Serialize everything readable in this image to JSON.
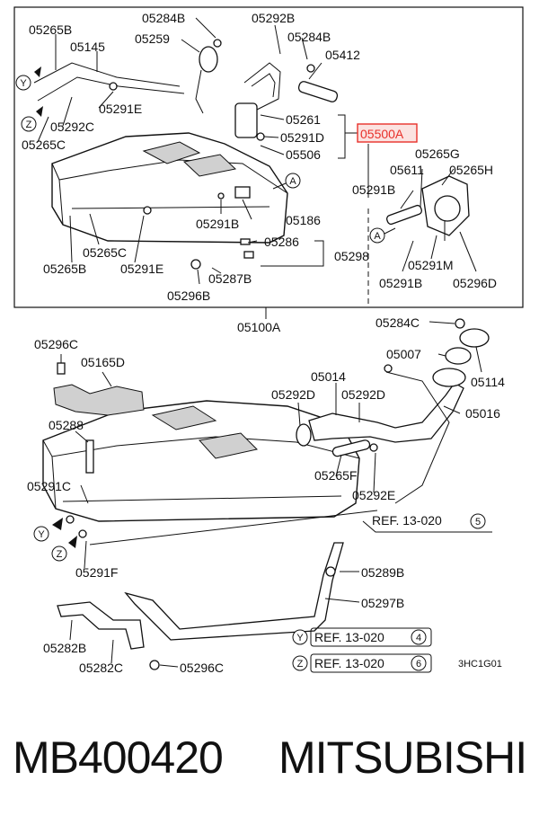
{
  "labels": {
    "p05265B_a": "05265B",
    "p05145": "05145",
    "p05284B_a": "05284B",
    "p05259": "05259",
    "p05292B": "05292B",
    "p05284B_b": "05284B",
    "p05412": "05412",
    "p05291E_a": "05291E",
    "p05292C": "05292C",
    "p05265C_a": "05265C",
    "p05261": "05261",
    "p05291D": "05291D",
    "p05506": "05506",
    "p05500A": "05500A",
    "p05265G": "05265G",
    "p05611": "05611",
    "p05265H": "05265H",
    "p05291B_a": "05291B",
    "p05291B_b": "05291B",
    "p05186": "05186",
    "p05286": "05286",
    "p05265C_b": "05265C",
    "p05298": "05298",
    "p05265B_b": "05265B",
    "p05291E_b": "05291E",
    "p05287B": "05287B",
    "p05291M": "05291M",
    "p05291B_c": "05291B",
    "p05296D": "05296D",
    "p05296B": "05296B",
    "p05100A": "05100A",
    "p05284C": "05284C",
    "p05296C_a": "05296C",
    "p05007": "05007",
    "p05165D": "05165D",
    "p05114": "05114",
    "p05014": "05014",
    "p05292D_a": "05292D",
    "p05292D_b": "05292D",
    "p05016": "05016",
    "p05288": "05288",
    "p05265F": "05265F",
    "p05291C": "05291C",
    "p05292E": "05292E",
    "ref_main": "REF. 13-020",
    "ref_main_num": "5",
    "p05291F": "05291F",
    "p05289B": "05289B",
    "p05297B": "05297B",
    "p05282B": "05282B",
    "ref_y": "REF. 13-020",
    "ref_y_num": "4",
    "ref_z": "REF. 13-020",
    "ref_z_num": "6",
    "p05282C": "05282C",
    "p05296C_b": "05296C",
    "diagram_code": "3HC1G01"
  },
  "markers": {
    "y": "Y",
    "z": "Z",
    "a": "A"
  },
  "footer": {
    "part_number": "MB400420",
    "brand": "MITSUBISHI"
  },
  "colors": {
    "highlight": "#e8302a",
    "highlight_fill": "#fbe3e1"
  }
}
